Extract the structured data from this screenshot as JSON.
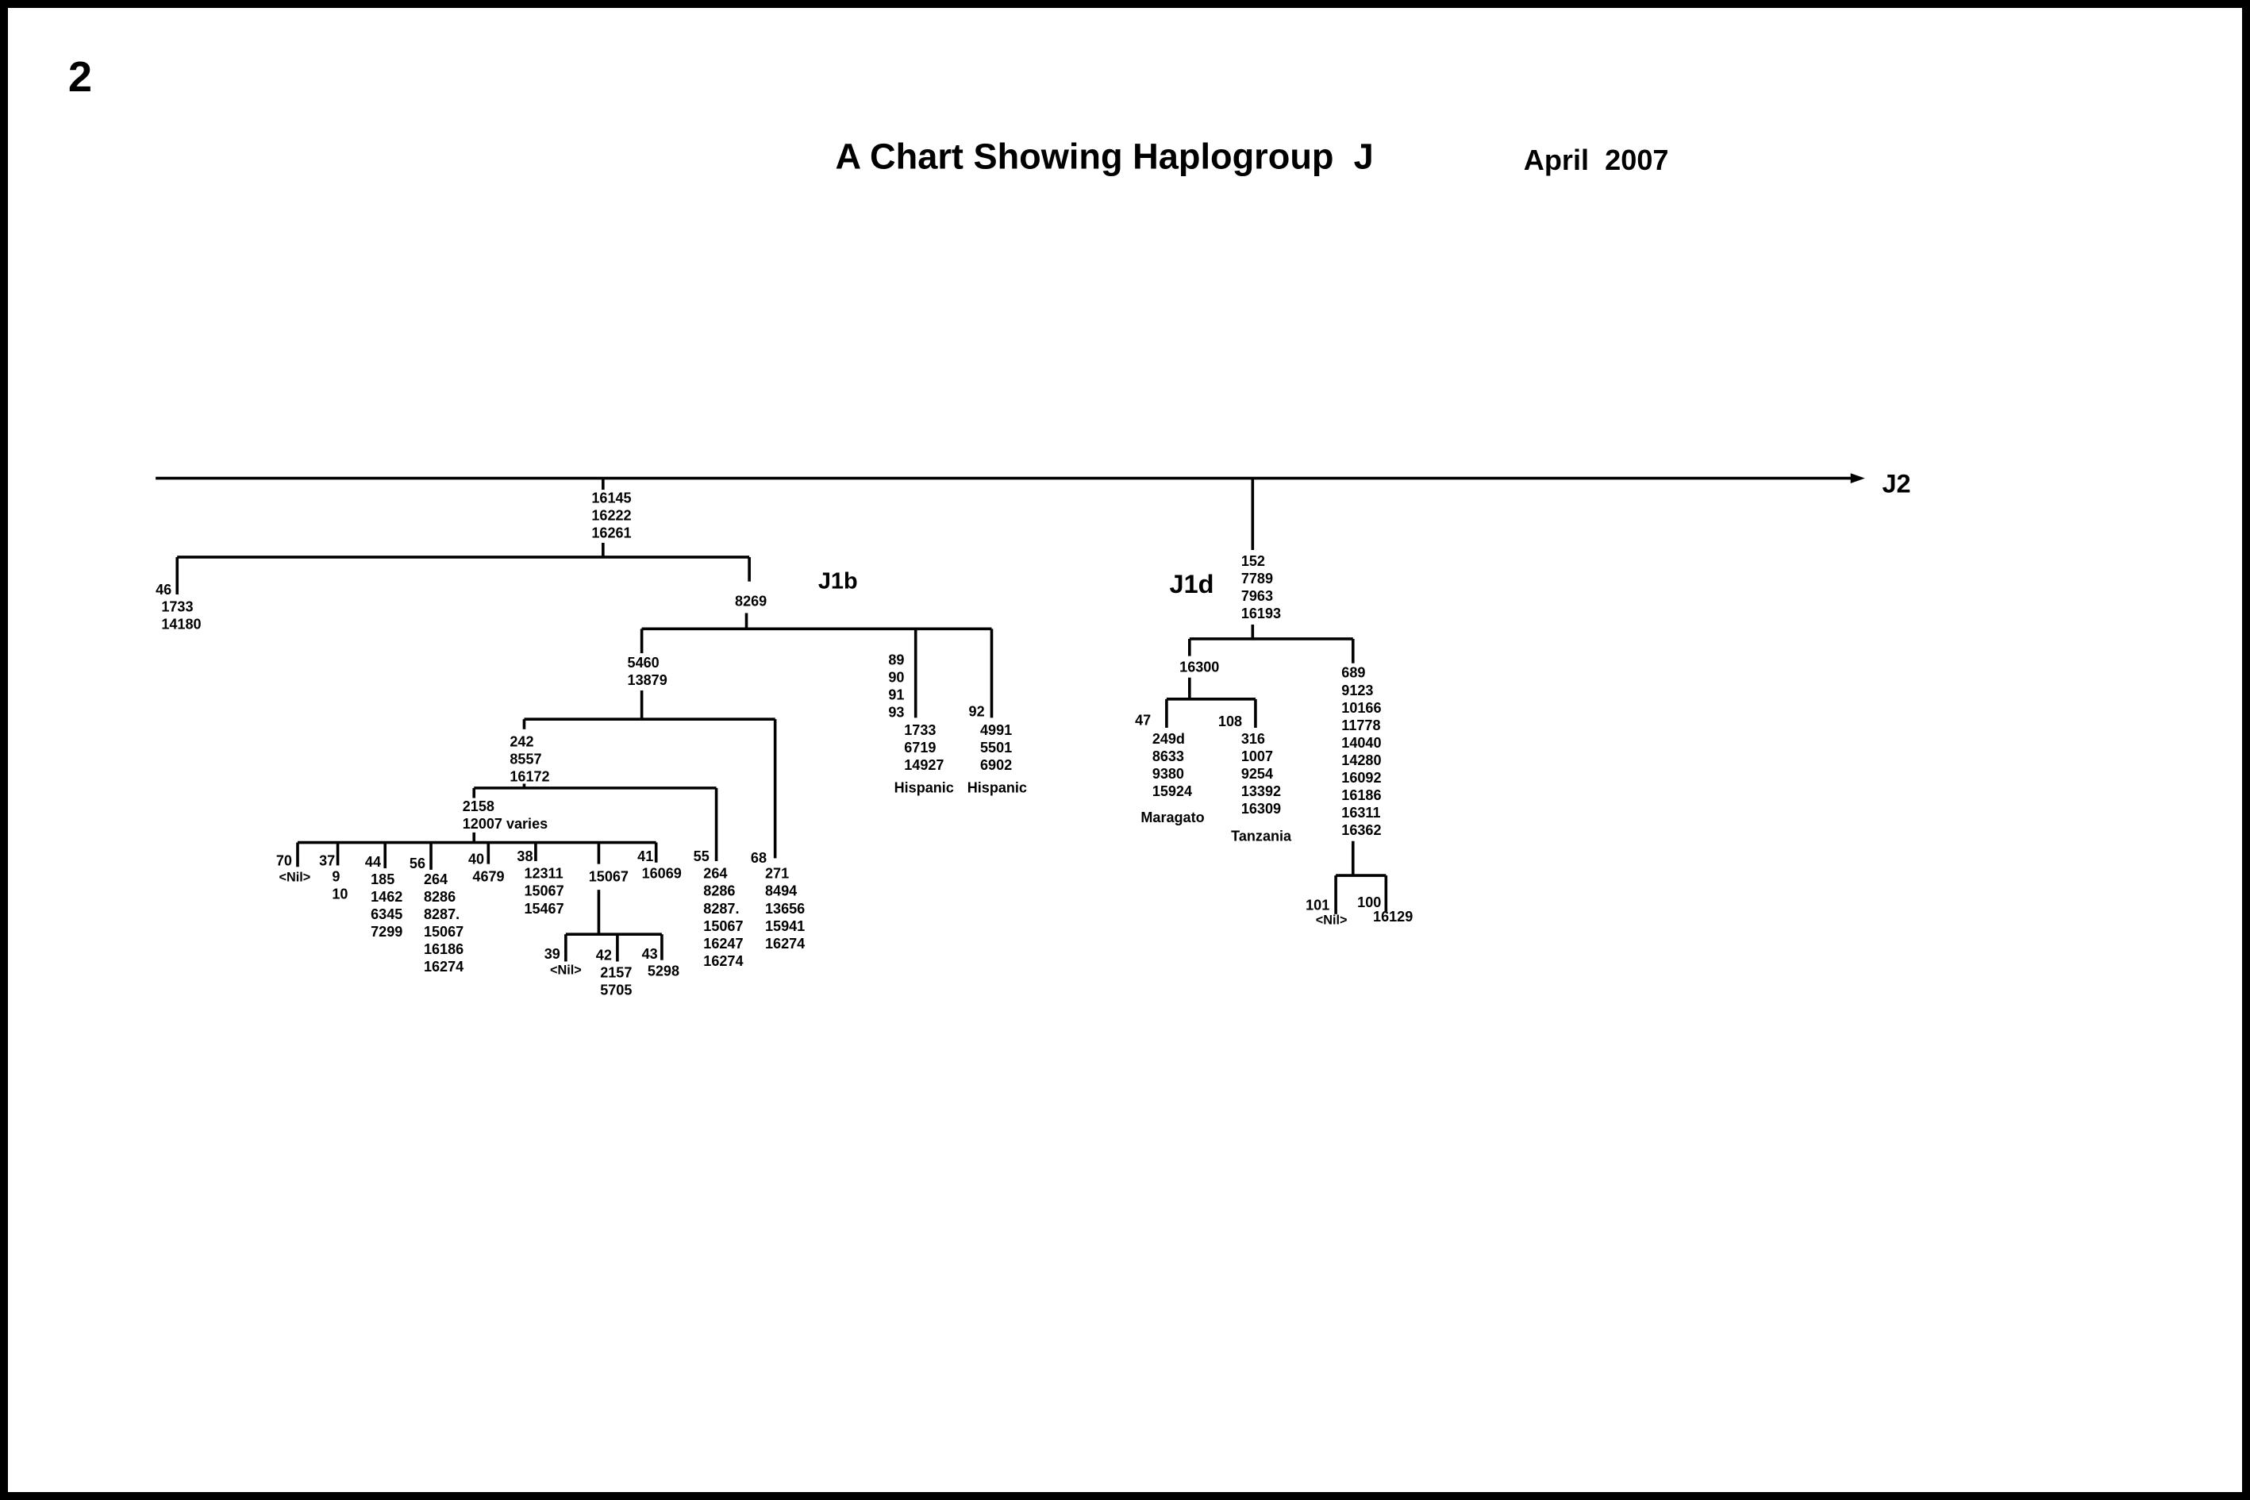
{
  "page_number": "2",
  "title": "A Chart Showing Haplogroup  J",
  "date": "April  2007",
  "branch_labels": {
    "j2": "J2",
    "j1b": "J1b",
    "j1d": "J1d"
  },
  "nodes": {
    "root": [
      "16145",
      "16222",
      "16261"
    ],
    "n46_id": "46",
    "n46": [
      "1733",
      "14180"
    ],
    "j1b": [
      "8269"
    ],
    "n5460": [
      "5460",
      "13879"
    ],
    "n89_ids": [
      "89",
      "90",
      "91",
      "93"
    ],
    "n89": [
      "1733",
      "6719",
      "14927"
    ],
    "n89_pop": "Hispanic",
    "n92_id": "92",
    "n92": [
      "4991",
      "5501",
      "6902"
    ],
    "n92_pop": "Hispanic",
    "n242": [
      "242",
      "8557",
      "16172"
    ],
    "n2158": [
      "2158",
      "12007 varies"
    ],
    "n70_id": "70",
    "n70": "<Nil>",
    "n37_id": "37",
    "n37": [
      "9",
      "10"
    ],
    "n44_id": "44",
    "n44": [
      "185",
      "1462",
      "6345",
      "7299"
    ],
    "n56_id": "56",
    "n56": [
      "264",
      "8286",
      "8287.",
      "15067",
      "16186",
      "16274"
    ],
    "n40_id": "40",
    "n40": [
      "4679"
    ],
    "n38_id": "38",
    "n38": [
      "12311",
      "15067",
      "15467"
    ],
    "n15067": [
      "15067"
    ],
    "n39_id": "39",
    "n39": "<Nil>",
    "n42_id": "42",
    "n42": [
      "2157",
      "5705"
    ],
    "n43_id": "43",
    "n43": [
      "5298"
    ],
    "n41_id": "41",
    "n41": [
      "16069"
    ],
    "n55_id": "55",
    "n55": [
      "264",
      "8286",
      "8287.",
      "15067",
      "16247",
      "16274"
    ],
    "n68_id": "68",
    "n68": [
      "271",
      "8494",
      "13656",
      "15941",
      "16274"
    ],
    "j1d": [
      "152",
      "7789",
      "7963",
      "16193"
    ],
    "n16300": [
      "16300"
    ],
    "n47_id": "47",
    "n47": [
      "249d",
      "8633",
      "9380",
      "15924"
    ],
    "n47_pop": "Maragato",
    "n108_id": "108",
    "n108": [
      "316",
      "1007",
      "9254",
      "13392",
      "16309"
    ],
    "n108_pop": "Tanzania",
    "n689": [
      "689",
      "9123",
      "10166",
      "11778",
      "14040",
      "14280",
      "16092",
      "16186",
      "16311",
      "16362"
    ],
    "n101_id": "101",
    "n101": "<Nil>",
    "n100_id": "100",
    "n100": [
      "16129"
    ]
  }
}
